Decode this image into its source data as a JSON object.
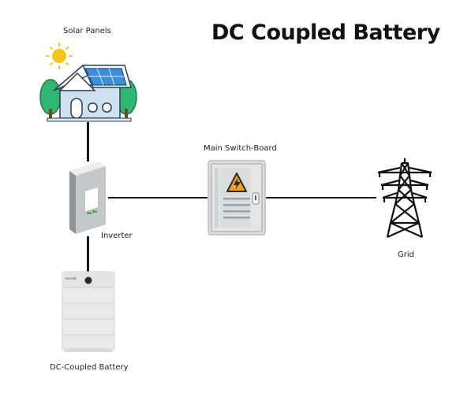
{
  "title": "DC Coupled Battery",
  "components": {
    "solar_panels": "Solar Panels",
    "inverter": "Inverter",
    "switchboard": "Main Switch-Board",
    "grid": "Grid",
    "battery": "DC-Coupled Battery"
  },
  "battery_brand": "tesvolt",
  "colors": {
    "line": "#1a1a1a",
    "sun": "#f5c518",
    "tree": "#2fb673",
    "panel": "#3a8fd6",
    "hazard": "#f2a51a"
  }
}
